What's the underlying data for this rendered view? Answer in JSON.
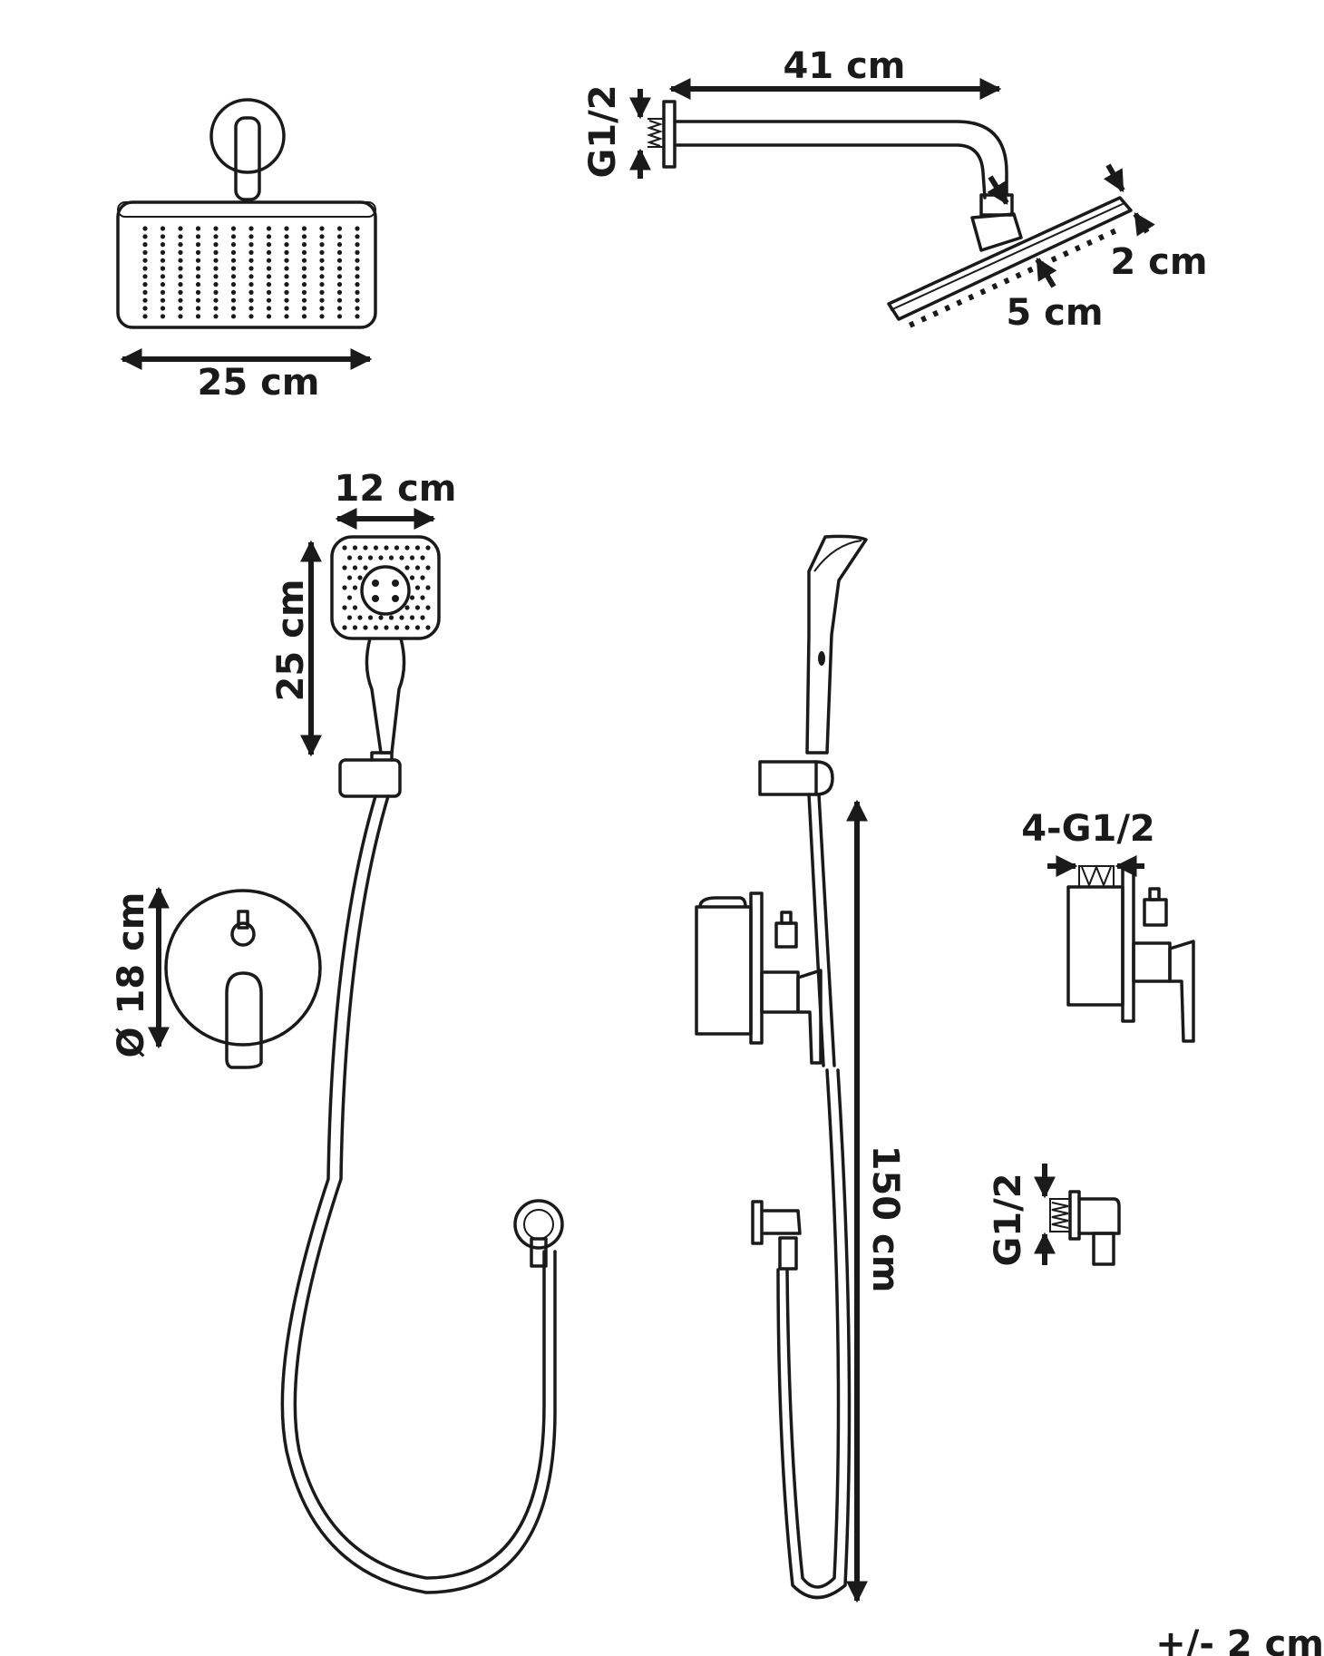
{
  "labels": {
    "overhead_width": "25 cm",
    "arm_length": "41 cm",
    "arm_thread": "G1/2",
    "head_thickness": "2 cm",
    "neck_height": "5 cm",
    "hand_width": "12 cm",
    "hand_length": "25 cm",
    "plate_diameter": "Ø 18 cm",
    "hose_length": "150 cm",
    "valve_thread": "4-G1/2",
    "elbow_thread": "G1/2",
    "tolerance": "+/- 2 cm"
  },
  "colors": {
    "line": "#1a1a1a",
    "background": "#ffffff"
  }
}
